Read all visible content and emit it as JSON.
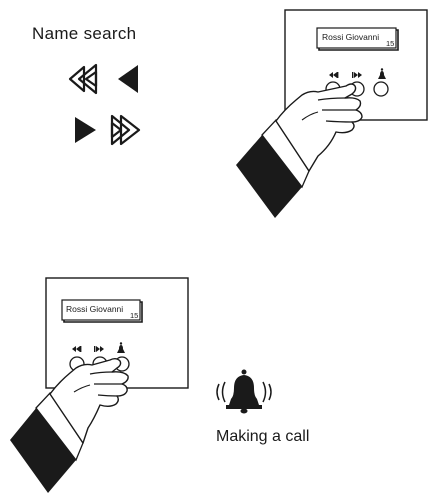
{
  "name_search": {
    "title": "Name search",
    "icons": [
      "fast-rewind-icon",
      "rewind-triangle-icon",
      "play-triangle-icon",
      "fast-forward-icon"
    ]
  },
  "panel_top": {
    "display_name": "Rossi Giovanni",
    "display_number": "15",
    "buttons": [
      "previous-name-button",
      "next-name-button",
      "call-bell-button"
    ],
    "pressed_button": "next-name-button"
  },
  "panel_bottom": {
    "display_name": "Rossi Giovanni",
    "display_number": "15",
    "buttons": [
      "previous-name-button",
      "next-name-button",
      "call-bell-button"
    ],
    "pressed_button": "call-bell-button"
  },
  "making_call": {
    "label": "Making a call",
    "icon": "ringing-bell-icon"
  },
  "colors": {
    "ink": "#1a1a1a",
    "background": "#ffffff"
  }
}
